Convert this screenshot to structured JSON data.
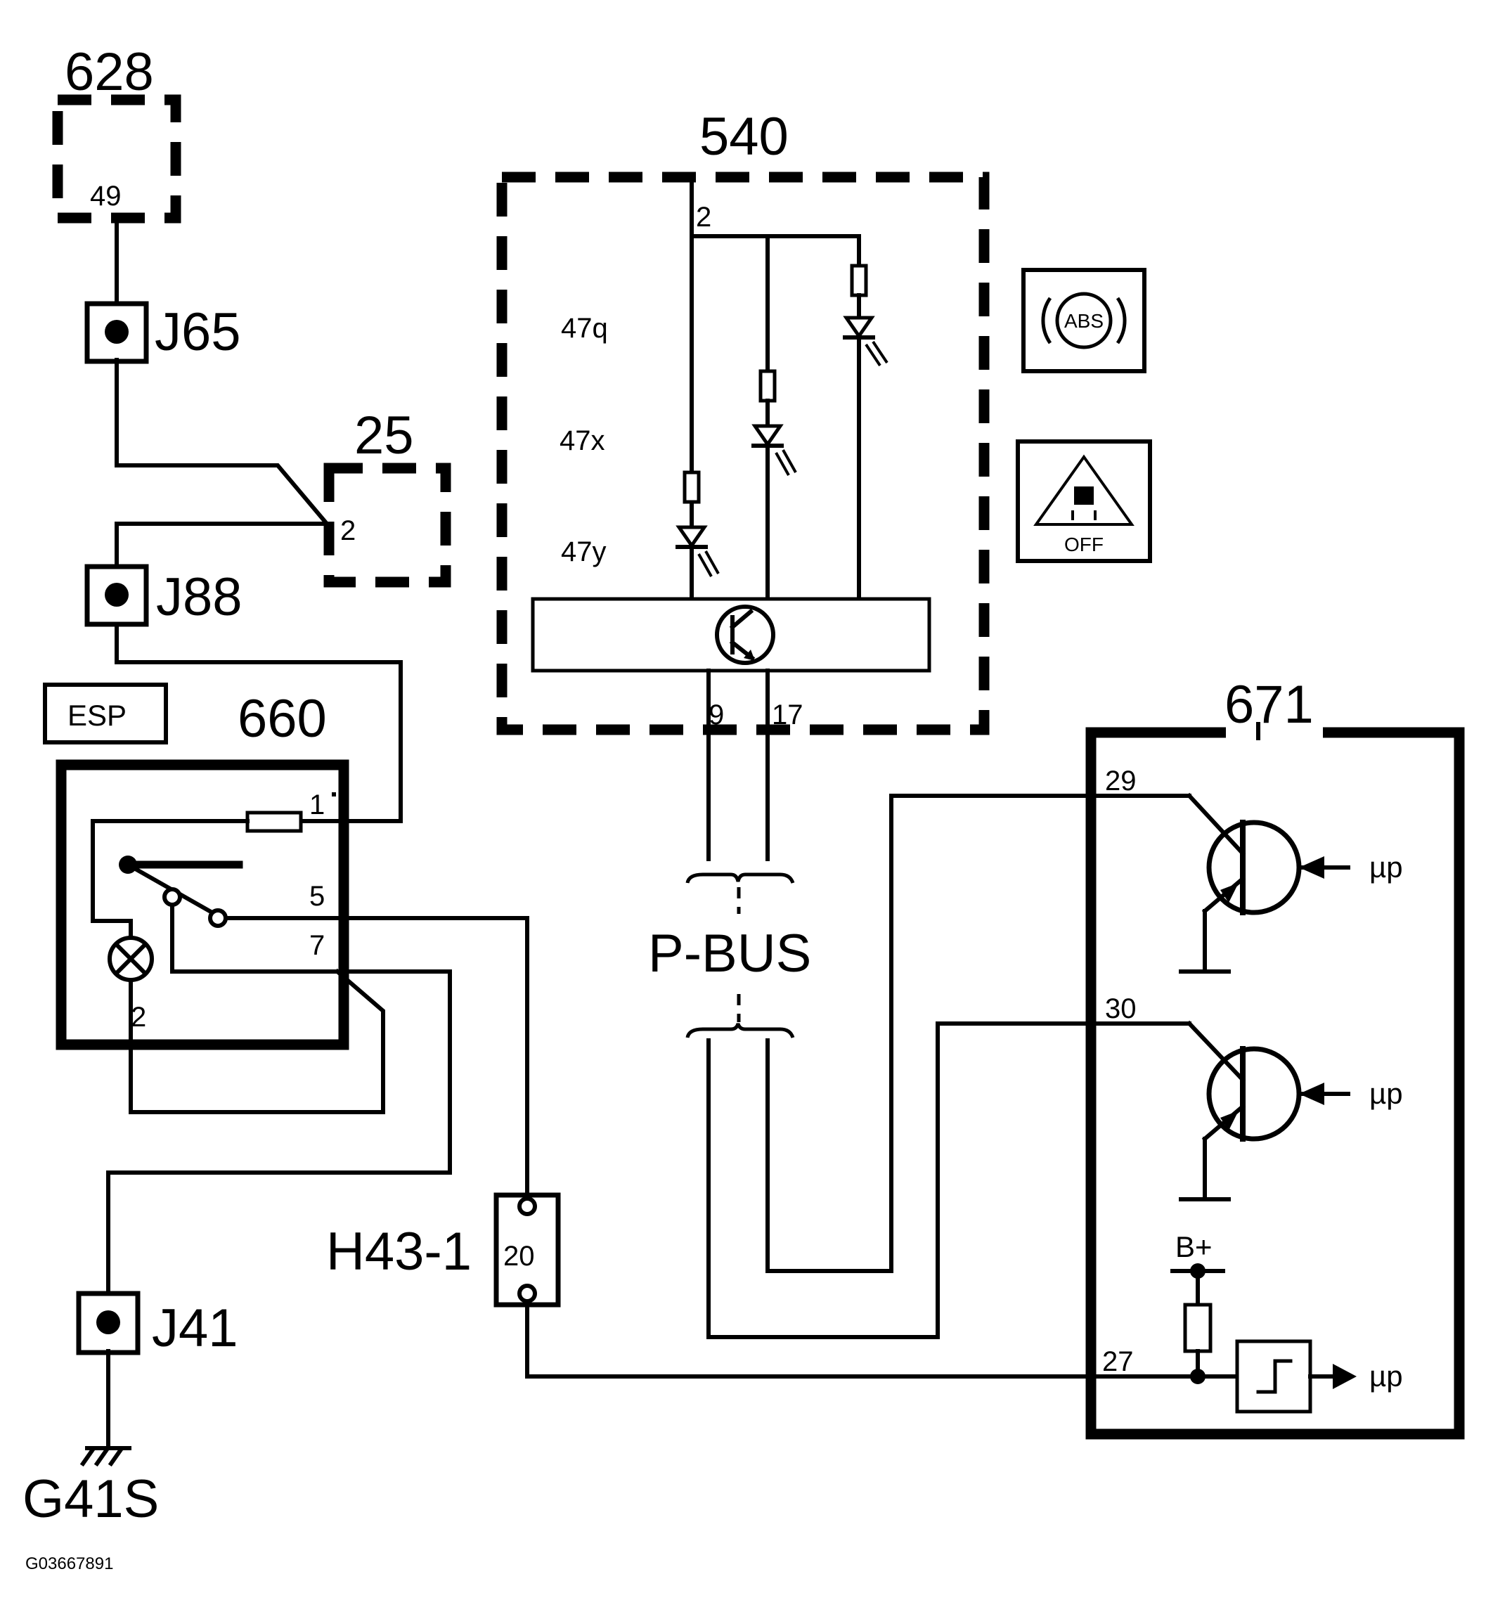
{
  "diagram_id": "G03667891",
  "components": {
    "c628": {
      "label": "628",
      "pin": "49"
    },
    "c25": {
      "label": "25",
      "pin": "2"
    },
    "c540": {
      "label": "540",
      "pin_top": "2",
      "pin_left": "9",
      "pin_right": "17",
      "leds": [
        "47q",
        "47x",
        "47y"
      ]
    },
    "c660": {
      "label": "660",
      "badge": "ESP",
      "pins": [
        "1",
        "5",
        "7",
        "2"
      ]
    },
    "c671": {
      "label": "671",
      "pins": [
        "29",
        "30",
        "27"
      ],
      "supply": "B+",
      "outputs": [
        "µp",
        "µp",
        "µp"
      ]
    },
    "h43": {
      "label": "H43-1",
      "pin": "20"
    }
  },
  "junctions": [
    "J65",
    "J88",
    "J41"
  ],
  "ground": "G41S",
  "bus": "P-BUS",
  "indicators": {
    "abs": "ABS",
    "esp_off": "OFF"
  }
}
